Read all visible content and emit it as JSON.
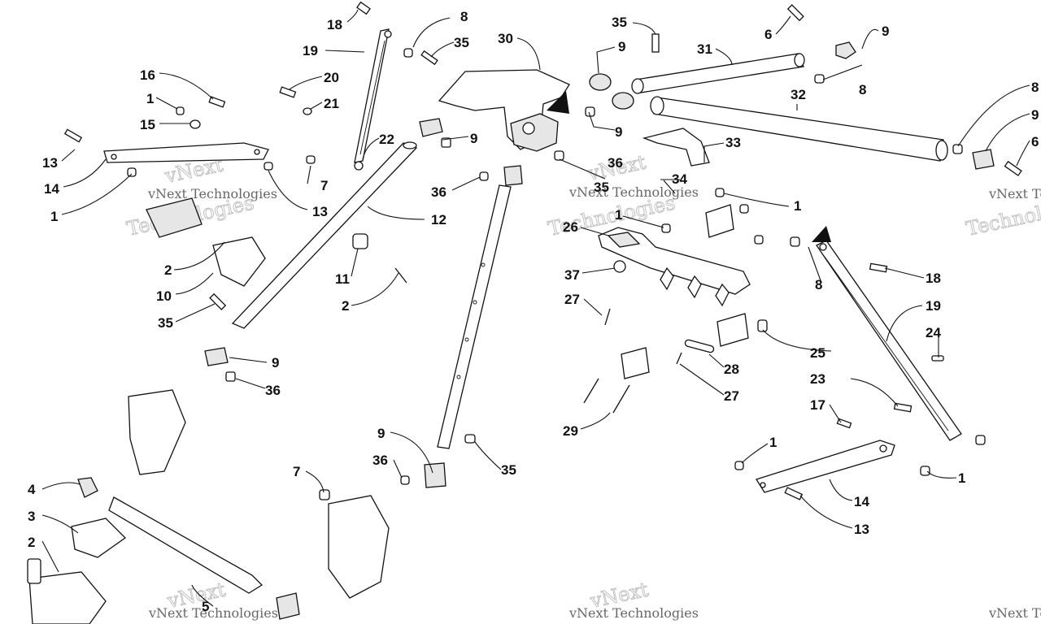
{
  "diagram": {
    "callouts": [
      {
        "id": "c18a",
        "label": "18"
      },
      {
        "id": "c8a",
        "label": "8"
      },
      {
        "id": "c19a",
        "label": "19"
      },
      {
        "id": "c35a",
        "label": "35"
      },
      {
        "id": "c30",
        "label": "30"
      },
      {
        "id": "c35b",
        "label": "35"
      },
      {
        "id": "c9a",
        "label": "9"
      },
      {
        "id": "c31",
        "label": "31"
      },
      {
        "id": "c6a",
        "label": "6"
      },
      {
        "id": "c9b",
        "label": "9"
      },
      {
        "id": "c8b",
        "label": "8"
      },
      {
        "id": "c32",
        "label": "32"
      },
      {
        "id": "c8c",
        "label": "8"
      },
      {
        "id": "c9c",
        "label": "9"
      },
      {
        "id": "c6b",
        "label": "6"
      },
      {
        "id": "c16",
        "label": "16"
      },
      {
        "id": "c20",
        "label": "20"
      },
      {
        "id": "c21",
        "label": "21"
      },
      {
        "id": "c1a",
        "label": "1"
      },
      {
        "id": "c15",
        "label": "15"
      },
      {
        "id": "c22",
        "label": "22"
      },
      {
        "id": "c9d",
        "label": "9"
      },
      {
        "id": "c9e",
        "label": "9"
      },
      {
        "id": "c36a",
        "label": "36"
      },
      {
        "id": "c33",
        "label": "33"
      },
      {
        "id": "c13a",
        "label": "13"
      },
      {
        "id": "c14a",
        "label": "14"
      },
      {
        "id": "c7a",
        "label": "7"
      },
      {
        "id": "c1b",
        "label": "1"
      },
      {
        "id": "c13b",
        "label": "13"
      },
      {
        "id": "c34",
        "label": "34"
      },
      {
        "id": "c36b",
        "label": "36"
      },
      {
        "id": "c35c",
        "label": "35"
      },
      {
        "id": "c1c",
        "label": "1"
      },
      {
        "id": "c12",
        "label": "12"
      },
      {
        "id": "c1d",
        "label": "1"
      },
      {
        "id": "c26",
        "label": "26"
      },
      {
        "id": "c2a",
        "label": "2"
      },
      {
        "id": "c10",
        "label": "10"
      },
      {
        "id": "c11",
        "label": "11"
      },
      {
        "id": "c2b",
        "label": "2"
      },
      {
        "id": "c8d",
        "label": "8"
      },
      {
        "id": "c18b",
        "label": "18"
      },
      {
        "id": "c37",
        "label": "37"
      },
      {
        "id": "c35d",
        "label": "35"
      },
      {
        "id": "c27a",
        "label": "27"
      },
      {
        "id": "c19b",
        "label": "19"
      },
      {
        "id": "c24",
        "label": "24"
      },
      {
        "id": "c25",
        "label": "25"
      },
      {
        "id": "c9f",
        "label": "9"
      },
      {
        "id": "c36c",
        "label": "36"
      },
      {
        "id": "c28",
        "label": "28"
      },
      {
        "id": "c27b",
        "label": "27"
      },
      {
        "id": "c23",
        "label": "23"
      },
      {
        "id": "c17",
        "label": "17"
      },
      {
        "id": "c29",
        "label": "29"
      },
      {
        "id": "c9g",
        "label": "9"
      },
      {
        "id": "c1e",
        "label": "1"
      },
      {
        "id": "c36d",
        "label": "36"
      },
      {
        "id": "c35e",
        "label": "35"
      },
      {
        "id": "c1f",
        "label": "1"
      },
      {
        "id": "c4",
        "label": "4"
      },
      {
        "id": "c7b",
        "label": "7"
      },
      {
        "id": "c3",
        "label": "3"
      },
      {
        "id": "c2c",
        "label": "2"
      },
      {
        "id": "c14b",
        "label": "14"
      },
      {
        "id": "c13c",
        "label": "13"
      },
      {
        "id": "c5",
        "label": "5"
      }
    ],
    "watermark_text": "vNext Technologies",
    "watermark_big": "Technologies",
    "watermark_small": "vNext"
  }
}
